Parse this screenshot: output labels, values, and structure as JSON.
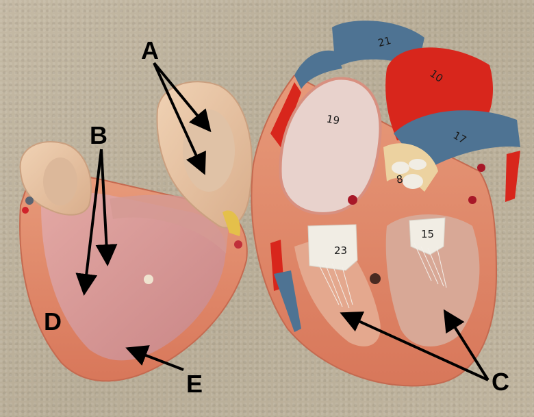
{
  "image": {
    "description": "Photograph of a dissected anatomical heart model on beige carpet with labeled arrows",
    "background_color": "#bdb29d"
  },
  "labels": {
    "A": {
      "text": "A",
      "targets": 2,
      "points_to": "left-piece atrial wall ridges"
    },
    "B": {
      "text": "B",
      "targets": 2,
      "points_to": "left-piece ventricular inner ridges"
    },
    "C": {
      "text": "C",
      "targets": 2,
      "points_to": "papillary muscles in right model ventricles"
    },
    "D": {
      "text": "D",
      "targets": 0,
      "points_to": "left-piece outer wall"
    },
    "E": {
      "text": "E",
      "targets": 1,
      "points_to": "left-piece ventricular apex interior"
    }
  },
  "model_numbers": {
    "n21": "21",
    "n10": "10",
    "n19": "19",
    "n17": "17",
    "n8": "8",
    "n23": "23",
    "n15": "15"
  },
  "colors": {
    "vein_blue": "#4e7393",
    "artery_red": "#d8261c",
    "muscle_salmon": "#e08a6c",
    "inner_pink": "#d99a9a",
    "atrium_tan": "#e8c3a0",
    "valve_white": "#f1ede4",
    "arrow_black": "#000000"
  }
}
